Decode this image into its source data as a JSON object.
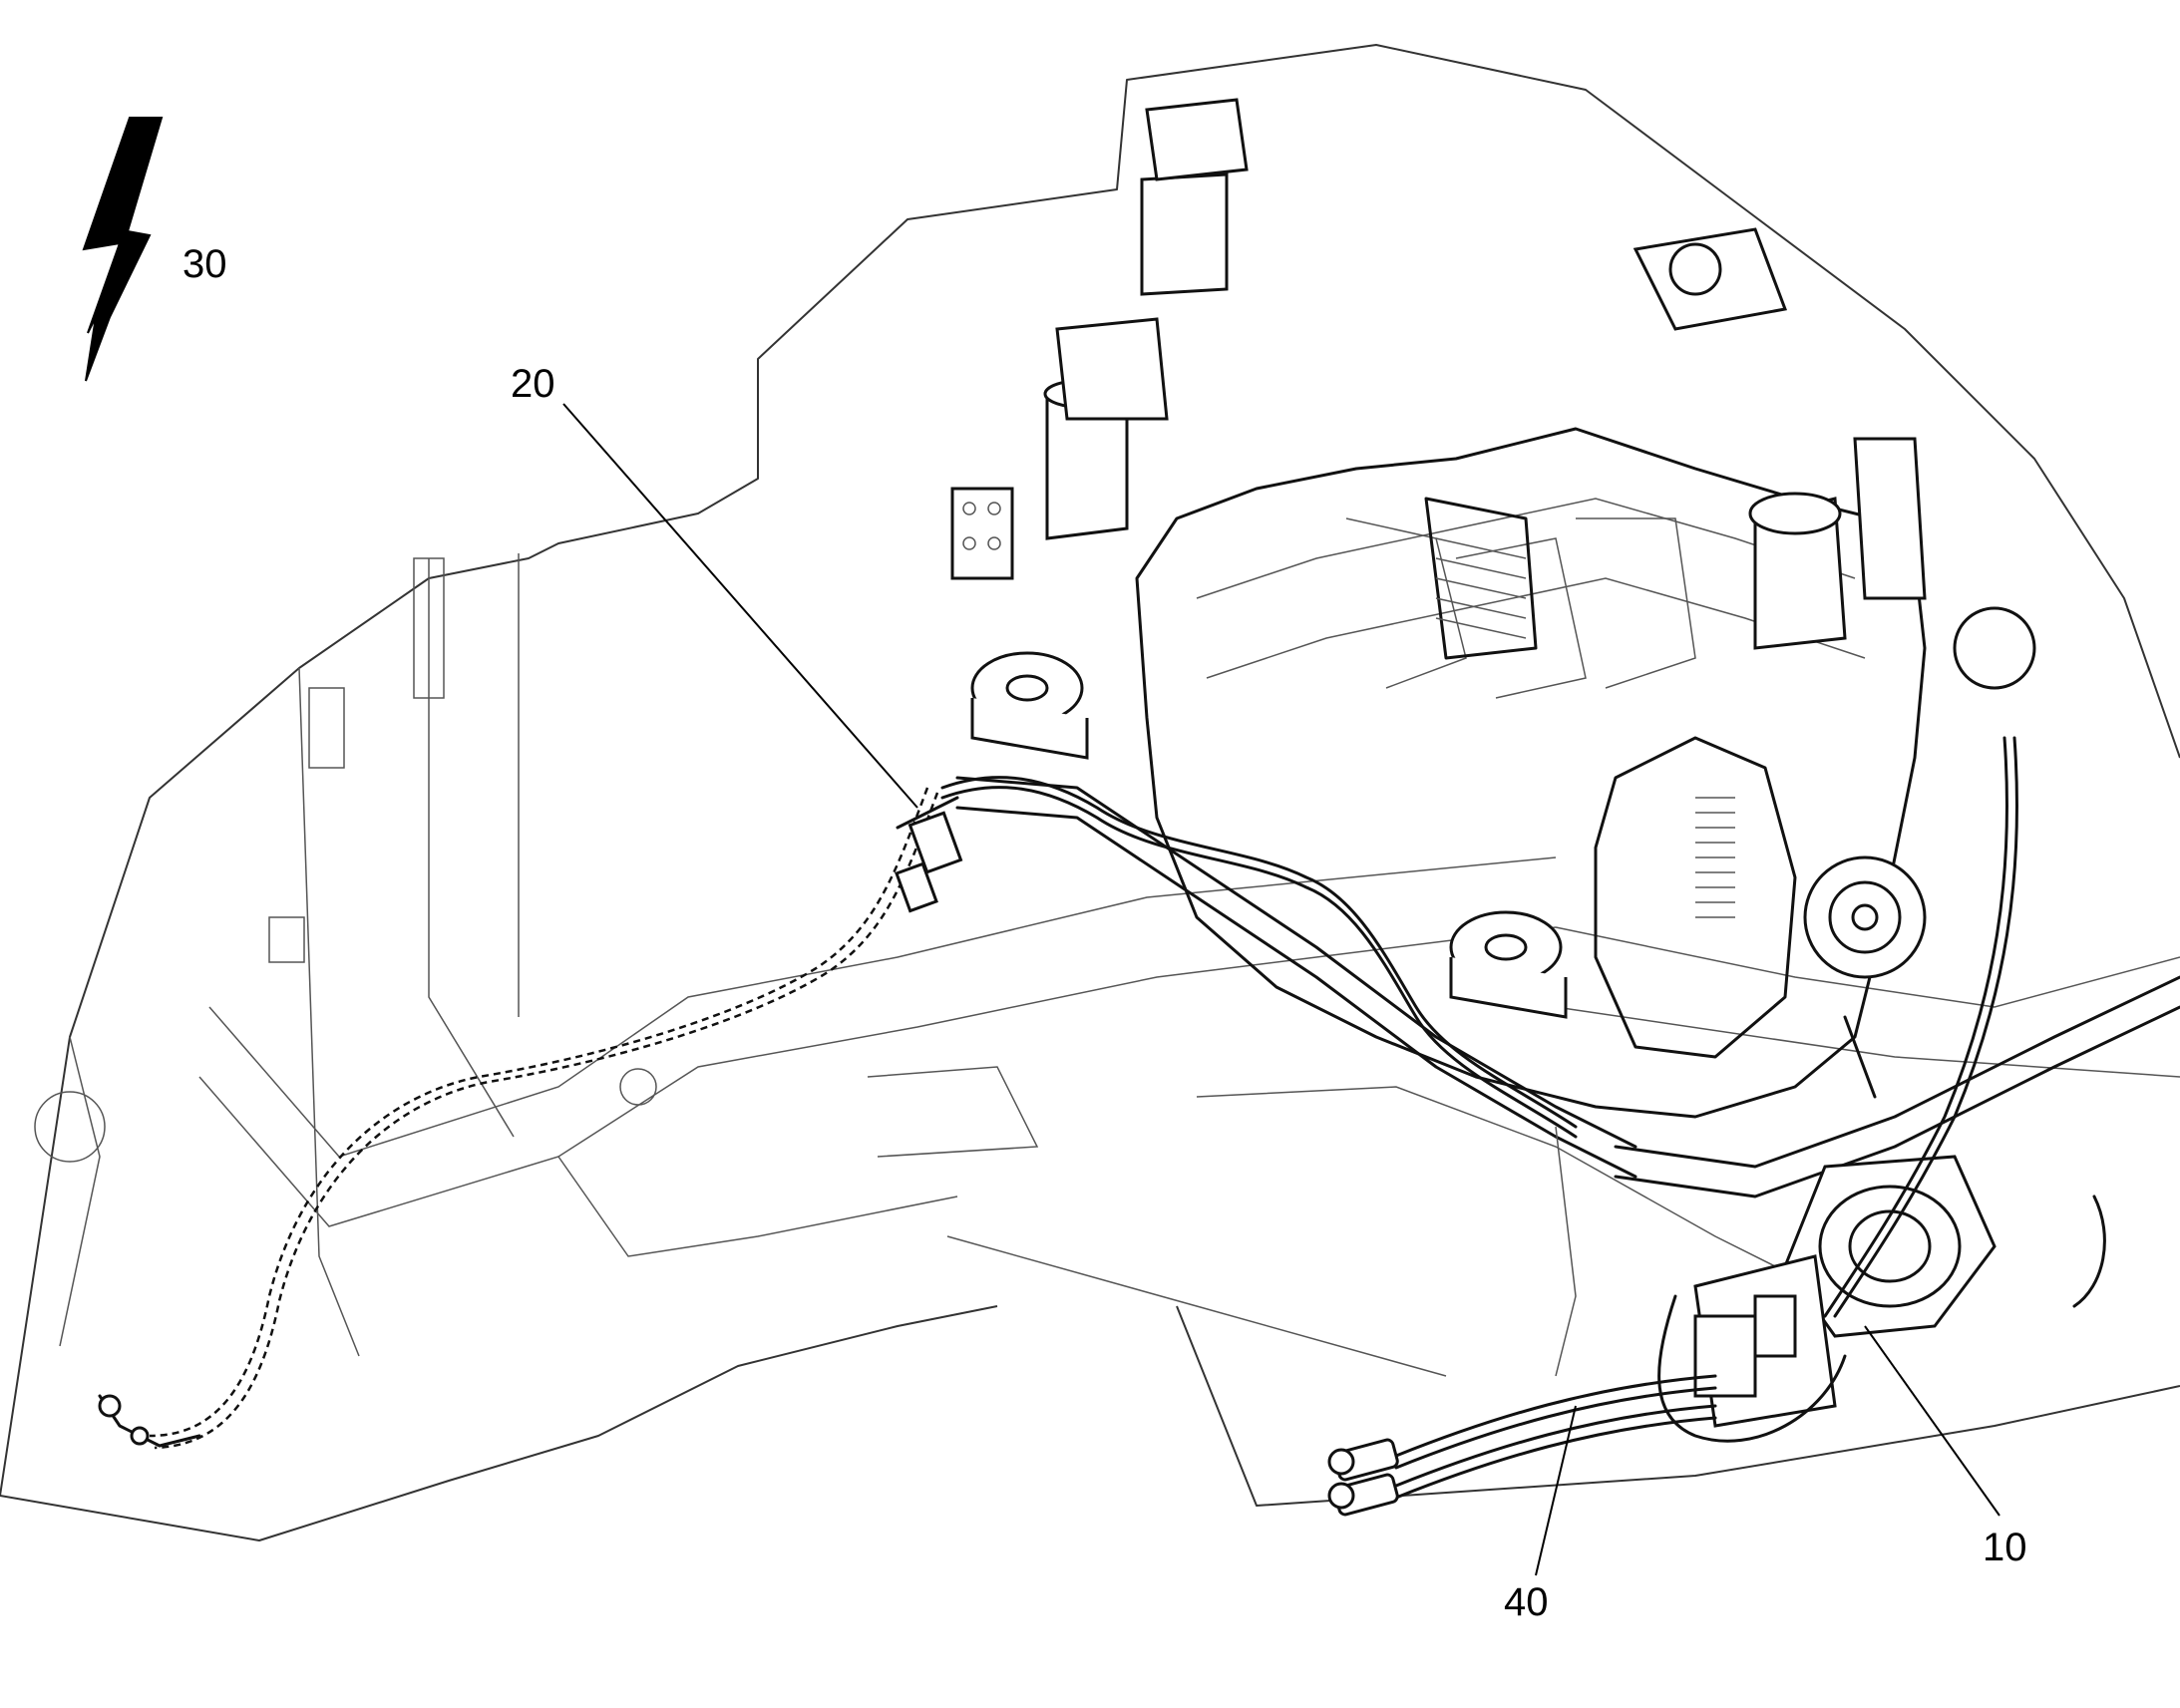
{
  "callouts": [
    {
      "id": "10",
      "label": "10",
      "refers_to": "heater-unit"
    },
    {
      "id": "20",
      "label": "20",
      "refers_to": "fuel-connector"
    },
    {
      "id": "30",
      "label": "30",
      "refers_to": "direction-arrow"
    },
    {
      "id": "40",
      "label": "40",
      "refers_to": "hose-bundle"
    }
  ],
  "icons": {
    "direction": "lightning-arrow-icon"
  },
  "colors": {
    "line": "#000000",
    "background": "#ffffff"
  }
}
